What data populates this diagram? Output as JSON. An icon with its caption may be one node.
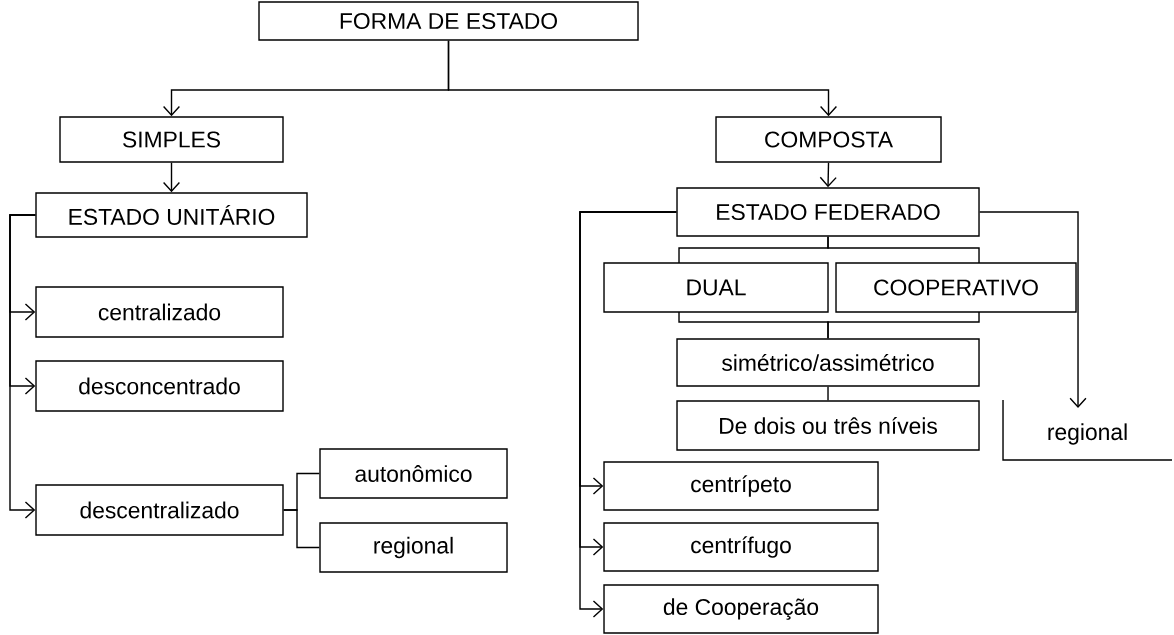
{
  "diagram": {
    "nodes": [
      {
        "text": [
          "FORMA DE ESTADO"
        ]
      },
      {
        "text": [
          "SIMPLES"
        ]
      },
      {
        "text": [
          "COMPOSTA"
        ]
      },
      {
        "text": [
          "ESTADO UNITÁRIO"
        ]
      },
      {
        "text": [
          "centralizado"
        ]
      },
      {
        "text": [
          "desconcentrado"
        ]
      },
      {
        "text": [
          "descentralizado"
        ]
      },
      {
        "text": [
          "autonômico"
        ]
      },
      {
        "text": [
          "regional"
        ]
      },
      {
        "text": [
          "ESTADO FEDERADO"
        ]
      },
      {
        "text": [
          "DUAL"
        ]
      },
      {
        "text": [
          "COOPERATIVO"
        ]
      },
      {
        "text": [
          "simétrico/assimétrico"
        ]
      },
      {
        "text": [
          "De dois ou três níveis"
        ]
      },
      {
        "text": [
          "regional"
        ]
      },
      {
        "text": [
          "centrípeto"
        ]
      },
      {
        "text": [
          "centrífugo"
        ]
      },
      {
        "text": [
          "de Cooperação"
        ]
      }
    ],
    "edges": [
      {
        "from": 0,
        "to": 1,
        "arrow": "to"
      },
      {
        "from": 0,
        "to": 2,
        "arrow": "to"
      },
      {
        "from": 1,
        "to": 3,
        "arrow": "to"
      },
      {
        "from": 2,
        "to": 9,
        "arrow": "to"
      },
      {
        "from": 3,
        "to": 4,
        "arrow": "to"
      },
      {
        "from": 3,
        "to": 5,
        "arrow": "to"
      },
      {
        "from": 3,
        "to": 6,
        "arrow": "to"
      },
      {
        "from": 6,
        "to": 7,
        "arrow": "none"
      },
      {
        "from": 6,
        "to": 8,
        "arrow": "none"
      },
      {
        "from": 9,
        "to": 10,
        "arrow": "none"
      },
      {
        "from": 9,
        "to": 11,
        "arrow": "none"
      },
      {
        "from": 10,
        "to": 12,
        "arrow": "none"
      },
      {
        "from": 11,
        "to": 12,
        "arrow": "none"
      },
      {
        "from": 12,
        "to": 13,
        "arrow": "none"
      },
      {
        "from": 9,
        "to": 14,
        "arrow": "to"
      },
      {
        "from": 9,
        "to": 15,
        "arrow": "to"
      },
      {
        "from": 9,
        "to": 16,
        "arrow": "to"
      },
      {
        "from": 9,
        "to": 17,
        "arrow": "to"
      }
    ]
  }
}
